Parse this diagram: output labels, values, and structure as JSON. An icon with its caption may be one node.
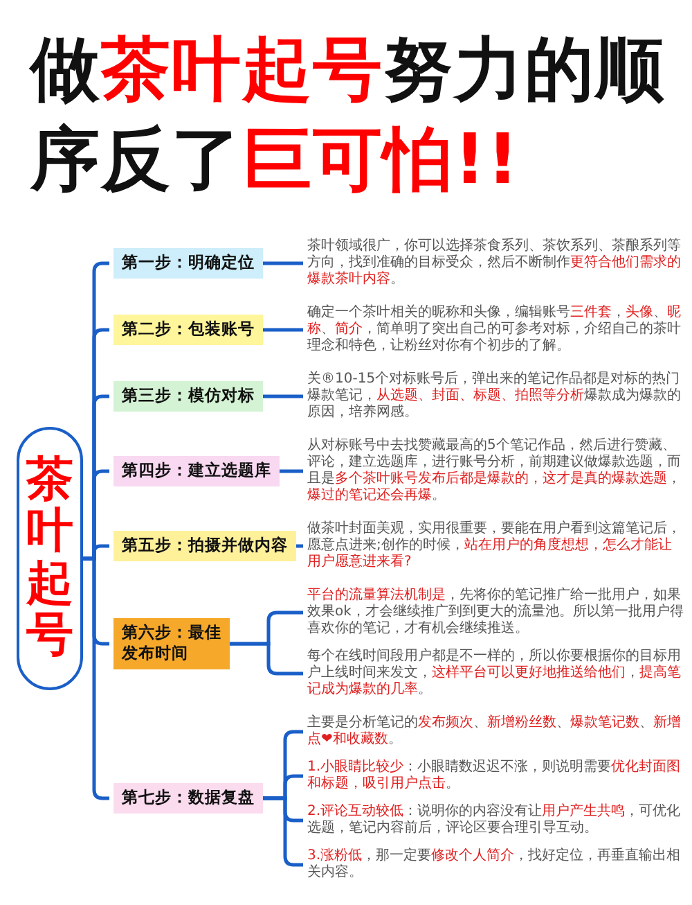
{
  "diagram": {
    "title": "做**茶叶起号**努力的顺序反了**巨可怕!!**",
    "nodes": [
      {
        "text": [
          "茶叶起号"
        ]
      },
      {
        "text": [
          "第一步：明确定位"
        ]
      },
      {
        "text": [
          "茶叶领域很广，你可以选择茶食系列、茶饮系列、茶酿系列等方向，找到准确的目标受众，然后不断制作**更符合他们需求的爆款茶叶内容**。"
        ]
      },
      {
        "text": [
          "第二步：包装账号"
        ]
      },
      {
        "text": [
          "确定一个茶叶相关的昵称和头像，编辑账号**三件套**，**头像**、**昵称**、**简介**，简单明了突出自己的可参考对标，介绍自己的茶叶理念和特色，让粉丝对你有个初步的了解。"
        ]
      },
      {
        "text": [
          "第三步：模仿对标"
        ]
      },
      {
        "text": [
          "关®10-15个对标账号后，弹出来的笔记作品都是对标的热门爆款笔记，**从选题、封面、标题、拍照等分析**爆款成为爆款的原因，培养网感。"
        ]
      },
      {
        "text": [
          "第四步：建立选题库"
        ]
      },
      {
        "text": [
          "从对标账号中去找赞藏最高的5个笔记作品，然后进行赞藏、评论，建立选题库，进行账号分析，前期建议做爆款选题，而且是**多个茶叶账号发布后都是爆款的，这才是真的爆款选题**，**爆过的笔记还会再爆**。"
        ]
      },
      {
        "text": [
          "第五步：拍摄并做内容"
        ]
      },
      {
        "text": [
          "做茶叶封面美观，实用很重要，要能在用户看到这篇笔记后，愿意点进来;创作的时候，**站在用户的角度想想，怎么才能让用户愿意进来看?**"
        ]
      },
      {
        "text": [
          "第六步：最佳发布时间"
        ]
      },
      {
        "text": [
          "**平台的流量算法机制是**，先将你的笔记推广给一批用户，如果效果ok，才会继续推广到到更大的流量池。所以第一批用户得喜欢你的笔记，才有机会继续推送。"
        ]
      },
      {
        "text": [
          "每个在线时间段用户都是不一样的，所以你要根据你的目标用户上线时间来发文，**这样平台可以更好地推送给他们**，**提高笔记成为爆款的几率**。"
        ]
      },
      {
        "text": [
          "第七步：数据复盘"
        ]
      },
      {
        "text": [
          "主要是分析笔记的**发布频次**、**新增粉丝数**、**爆款笔记数**、**新增点❤和收藏数**。"
        ]
      },
      {
        "text": [
          "**1.小眼睛比较少**：小眼睛数迟迟不涨，则说明需要**优化封面图和标题，吸引用户点击**。"
        ]
      },
      {
        "text": [
          "**2.评论互动较低**：说明你的内容没有让**用户产生共鸣**，可优化选题，笔记内容前后，评论区要合理引导互动。"
        ]
      },
      {
        "text": [
          "**3.涨粉低**，那一定要**修改个人简介**，找好定位，再垂直输出相关内容。"
        ]
      }
    ],
    "edges": [
      {
        "from": 0,
        "to": 1,
        "arrow": "none"
      },
      {
        "from": 0,
        "to": 3,
        "arrow": "none"
      },
      {
        "from": 0,
        "to": 5,
        "arrow": "none"
      },
      {
        "from": 0,
        "to": 7,
        "arrow": "none"
      },
      {
        "from": 0,
        "to": 9,
        "arrow": "none"
      },
      {
        "from": 0,
        "to": 11,
        "arrow": "none"
      },
      {
        "from": 0,
        "to": 14,
        "arrow": "none"
      },
      {
        "from": 1,
        "to": 2,
        "arrow": "none"
      },
      {
        "from": 3,
        "to": 4,
        "arrow": "none"
      },
      {
        "from": 5,
        "to": 6,
        "arrow": "none"
      },
      {
        "from": 7,
        "to": 8,
        "arrow": "none"
      },
      {
        "from": 9,
        "to": 10,
        "arrow": "none"
      },
      {
        "from": 11,
        "to": 12,
        "arrow": "none"
      },
      {
        "from": 11,
        "to": 13,
        "arrow": "none"
      },
      {
        "from": 14,
        "to": 15,
        "arrow": "none"
      },
      {
        "from": 14,
        "to": 16,
        "arrow": "none"
      },
      {
        "from": 14,
        "to": 17,
        "arrow": "none"
      },
      {
        "from": 14,
        "to": 18,
        "arrow": "none"
      }
    ]
  }
}
